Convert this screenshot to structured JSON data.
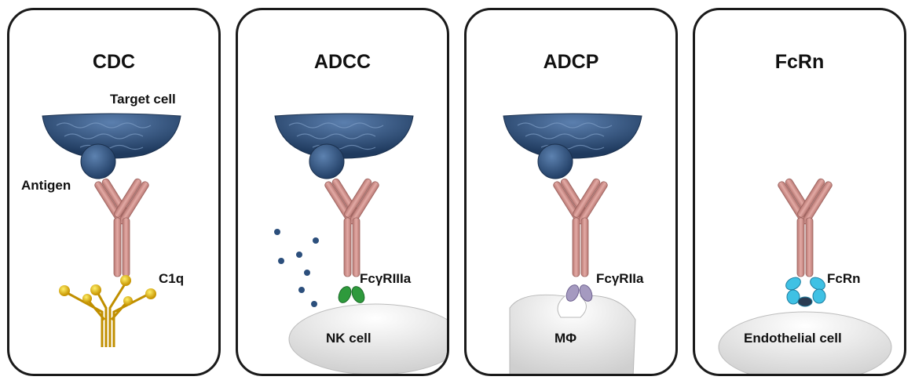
{
  "colors": {
    "target_cell": "#34577f",
    "antibody": "#cc8d88",
    "c1q": "#d9a800",
    "fcgr3a": "#2e9a3c",
    "fcgr2a": "#a59ac0",
    "fcrn": "#3fc1e4",
    "granule": "#2c4f7c"
  },
  "panels": [
    {
      "title": "CDC",
      "labels": {
        "target": "Target cell",
        "antigen": "Antigen",
        "effector": "C1q"
      }
    },
    {
      "title": "ADCC",
      "labels": {
        "receptor": "FcγRIIIa",
        "cell": "NK cell"
      }
    },
    {
      "title": "ADCP",
      "labels": {
        "receptor": "FcγRIIa",
        "cell": "MΦ"
      }
    },
    {
      "title": "FcRn",
      "labels": {
        "receptor": "FcRn",
        "cell": "Endothelial cell"
      }
    }
  ]
}
